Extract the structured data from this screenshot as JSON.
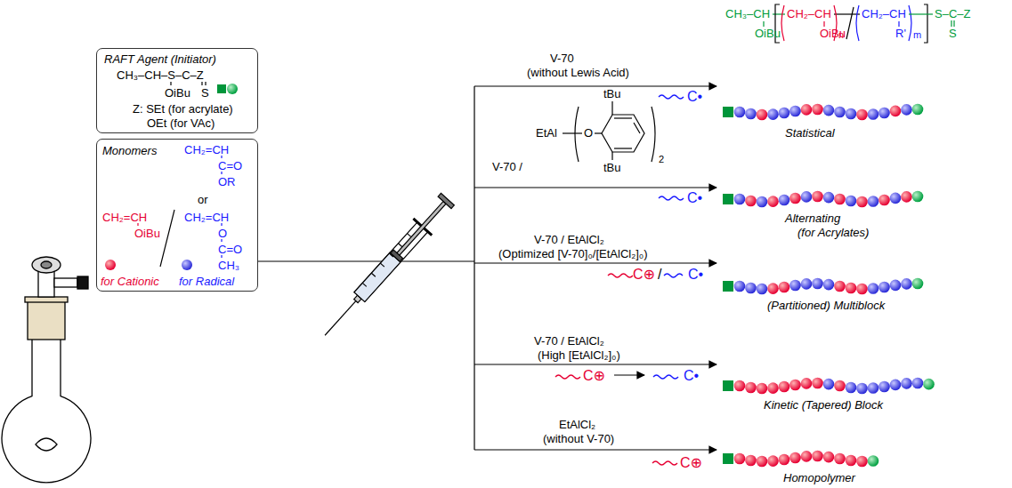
{
  "diagram": {
    "nodes": [
      {
        "text": [
          "RAFT Agent (Initiator)",
          "CH₃–CH–S–C–Z",
          "OiBu",
          "S",
          "Z: SEt (for acrylate)",
          "OEt (for VAc)"
        ]
      },
      {
        "text": [
          "Monomers",
          "CH₂=CH",
          "C=O",
          "OR",
          "or",
          "CH₂=CH",
          "O",
          "C=O",
          "CH₃",
          "CH₂=CH",
          "OiBu",
          "for Cationic",
          "for Radical"
        ]
      }
    ],
    "labels": [
      "CH₃–CH",
      "OiBu",
      "CH₂–CH",
      "OiBu",
      "n",
      "CH₂–CH",
      "R'",
      "m",
      "S–C–Z",
      "S",
      "V-70",
      "(without Lewis Acid)",
      "C•",
      "Statistical",
      "V-70 /",
      "EtAl",
      "O",
      "tBu",
      "tBu",
      "2",
      "C•",
      "Alternating",
      "(for Acrylates)",
      "V-70 / EtAlCl₂",
      "(Optimized [V-70]₀/[EtAlCl₂]₀)",
      "C⊕",
      "/",
      "C•",
      "(Partitioned) Multiblock",
      "V-70 / EtAlCl₂",
      "(High [EtAlCl₂]₀)",
      "C⊕",
      "C•",
      "Kinetic (Tapered) Block",
      "EtAlCl₂",
      "(without V-70)",
      "C⊕",
      "Homopolymer"
    ]
  }
}
